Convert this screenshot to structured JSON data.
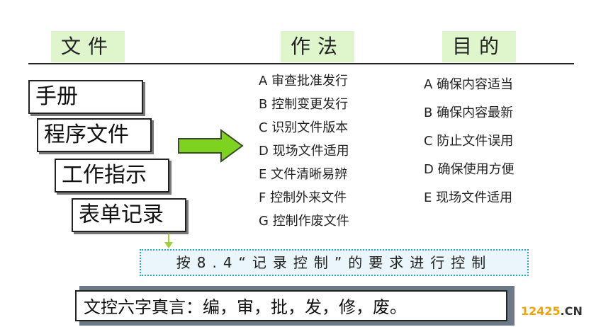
{
  "headers": {
    "documents": "文件",
    "method": "作法",
    "purpose": "目的"
  },
  "doc_boxes": [
    "手册",
    "程序文件",
    "工作指示",
    "表单记录"
  ],
  "practices": [
    "A 审查批准发行",
    "B 控制变更发行",
    "C 识别文件版本",
    "D 现场文件适用",
    "E 文件清晰易辨",
    "F 控制外来文件",
    "G 控制作废文件"
  ],
  "purposes": [
    "A 确保内容适当",
    "B 确保内容最新",
    "C 防止文件误用",
    "D 确保使用方便",
    "E 现场文件适用"
  ],
  "record_note": "按8.4“记录控制”的要求进行控制",
  "slogan": "文控六字真言：编，审，批，发，修，废。",
  "watermark": {
    "num": "12425",
    "suffix": ".CN"
  },
  "colors": {
    "header_bg": "#dff5cc",
    "arrow_fill": "#7ed321",
    "note_border": "#2aa9c9",
    "watermark": "#f2a300"
  }
}
